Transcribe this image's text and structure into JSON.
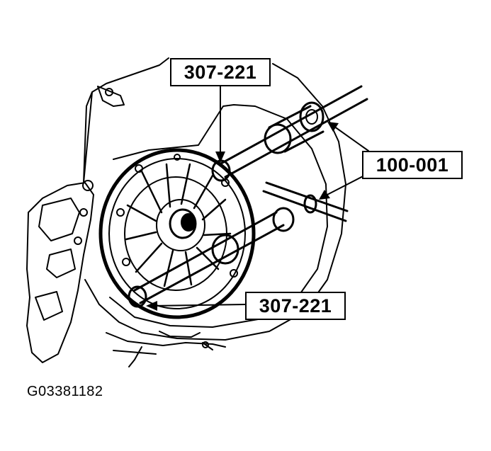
{
  "callouts": {
    "top": "307-221",
    "right": "100-001",
    "bottom": "307-221"
  },
  "figure_id": "G03381182"
}
